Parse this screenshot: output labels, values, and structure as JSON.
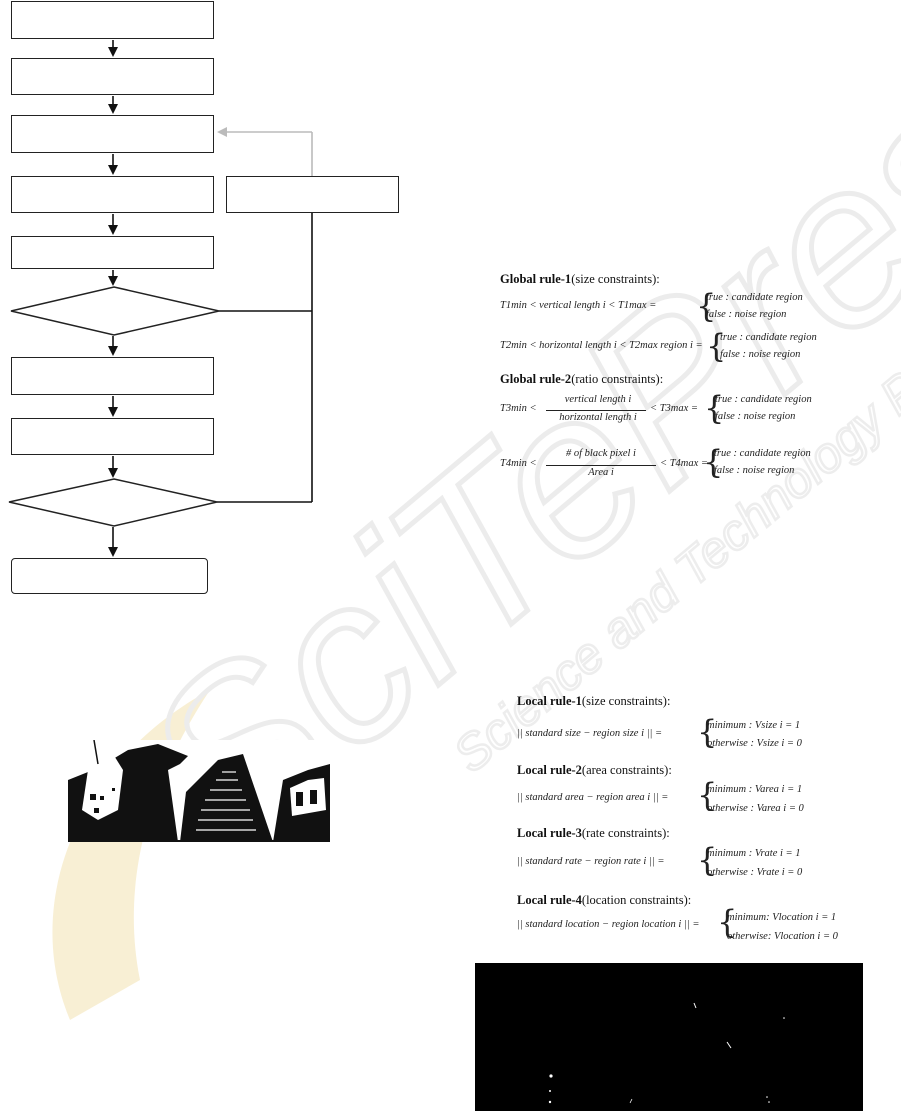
{
  "global_rules": {
    "rule1": {
      "head": "Global rule-1",
      "paren": "(size constraints):",
      "eq1": {
        "lhs": "T1min < vertical length i < T1max =",
        "case_true": "true : candidate region",
        "case_false": "false : noise region"
      },
      "eq2": {
        "lhs": "T2min < horizontal length i < T2max region i =",
        "case_true": "true : candidate region",
        "case_false": "false : noise region"
      }
    },
    "rule2": {
      "head": "Global rule-2",
      "paren": "(ratio constraints):",
      "eq1": {
        "lhs_left": "T3min <",
        "numerator": "vertical length i",
        "denominator": "horizontal length i",
        "lhs_right": "< T3max =",
        "case_true": "true : candidate region",
        "case_false": "false : noise region"
      },
      "eq2": {
        "lhs_left": "T4min <",
        "numerator": "# of black pixel i",
        "denominator": "Area i",
        "lhs_right": "< T4max =",
        "case_true": "true : candidate region",
        "case_false": "false : noise region"
      }
    }
  },
  "local_rules": [
    {
      "head": "Local rule-1",
      "paren": "(size constraints):",
      "lhs": "|| standard size − region size i || =",
      "case_min": "minimum : Vsize i = 1",
      "case_other": "otherwise : Vsize i = 0"
    },
    {
      "head": "Local rule-2",
      "paren": "(area constraints):",
      "lhs": "|| standard area − region area i || =",
      "case_min": "minimum : Varea i = 1",
      "case_other": "otherwise : Varea i = 0"
    },
    {
      "head": "Local rule-3",
      "paren": "(rate constraints):",
      "lhs": "|| standard rate − region rate i || =",
      "case_min": "minimum : Vrate i = 1",
      "case_other": "otherwise : Vrate i = 0"
    },
    {
      "head": "Local rule-4",
      "paren": "(location constraints):",
      "lhs": "|| standard location − region location i || =",
      "case_min": "minimum: Vlocation i = 1",
      "case_other": "otherwise: Vlocation i = 0"
    }
  ],
  "watermark": {
    "brand": "SciTePress",
    "tagline": "Science and Technology Publications"
  }
}
